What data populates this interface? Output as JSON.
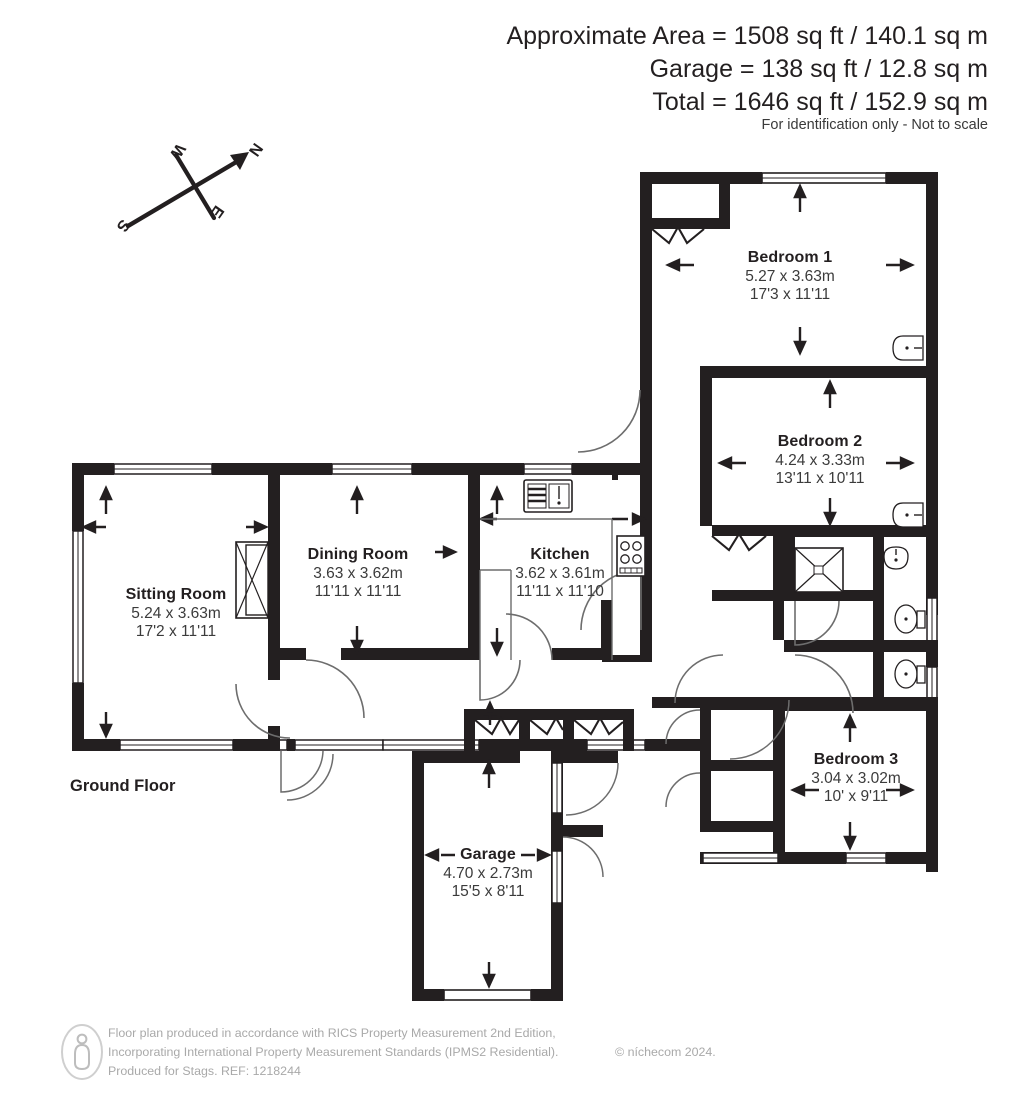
{
  "header": {
    "area_line": "Approximate Area = 1508 sq ft / 140.1 sq m",
    "garage_line": "Garage = 138 sq ft / 12.8 sq m",
    "total_line": "Total = 1646 sq ft / 152.9 sq m",
    "disclaimer": "For identification only - Not to scale"
  },
  "compass": {
    "north": "N",
    "south": "S",
    "east": "E",
    "west": "W"
  },
  "floor_label": "Ground Floor",
  "rooms": [
    {
      "id": "sitting-room",
      "name": "Sitting Room",
      "metric": "5.24 x 3.63m",
      "imperial": "17'2 x 11'11"
    },
    {
      "id": "dining-room",
      "name": "Dining Room",
      "metric": "3.63 x 3.62m",
      "imperial": "11'11 x 11'11"
    },
    {
      "id": "kitchen",
      "name": "Kitchen",
      "metric": "3.62 x 3.61m",
      "imperial": "11'11 x 11'10"
    },
    {
      "id": "bedroom-1",
      "name": "Bedroom 1",
      "metric": "5.27 x 3.63m",
      "imperial": "17'3 x 11'11"
    },
    {
      "id": "bedroom-2",
      "name": "Bedroom 2",
      "metric": "4.24 x 3.33m",
      "imperial": "13'11 x 10'11"
    },
    {
      "id": "bedroom-3",
      "name": "Bedroom 3",
      "metric": "3.04 x 3.02m",
      "imperial": "10' x 9'11"
    },
    {
      "id": "garage",
      "name": "Garage",
      "metric": "4.70 x 2.73m",
      "imperial": "15'5 x 8'11"
    }
  ],
  "footer": {
    "line1": "Floor plan produced in accordance with RICS Property Measurement 2nd Edition,",
    "line2": "Incorporating International Property Measurement Standards (IPMS2 Residential).",
    "line3": "Produced for Stags.   REF: 1218244",
    "copyright": "© níchecom 2024."
  },
  "colors": {
    "wall": "#231f20",
    "text": "#231f20",
    "dim_text": "#3b3b3b",
    "footer_text": "#a9a9a9",
    "background": "#ffffff"
  }
}
